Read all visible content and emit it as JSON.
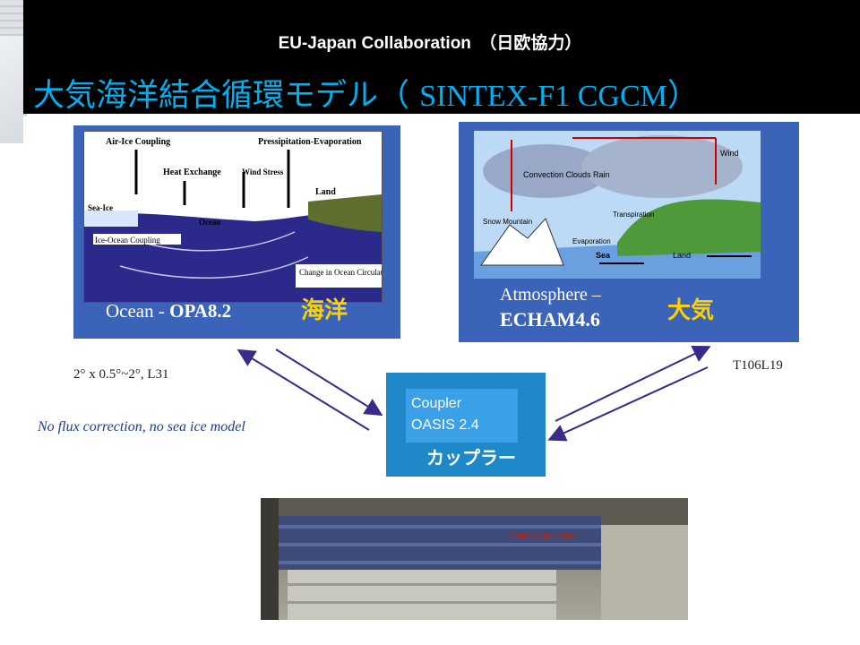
{
  "header": {
    "subtitle": "EU-Japan Collaboration　（日欧協力）",
    "title_jp": "大気海洋結合循環モデル（ ",
    "title_en": "SINTEX-F1 CGCM",
    "title_close": "）"
  },
  "ocean_panel": {
    "label_prefix": "Ocean - ",
    "label_model": "OPA8.2",
    "label_jp": "海洋",
    "diagram_labels": {
      "air_ice": "Air-Ice Coupling",
      "heat": "Heat Exchange",
      "precip": "Pressipitation-Evaporation",
      "wind": "Wind Stress",
      "land": "Land",
      "sea_ice": "Sea-Ice",
      "ocean": "Ocean",
      "ice_ocean": "Ice-Ocean Coupling",
      "circulation": "Change in Ocean Circulation"
    },
    "resolution": "2° x 0.5°~2°, L31"
  },
  "atmos_panel": {
    "label_line1": "Atmosphere –",
    "label_line2": "ECHAM4.6",
    "label_jp": "大気",
    "diagram_labels": {
      "convection": "Convection Clouds Rain",
      "wind": "Wind",
      "snow": "Snow Mountain",
      "transpiration": "Transpiration",
      "evaporation": "Evaporation",
      "sea": "Sea",
      "land": "Land"
    },
    "resolution": "T106L19"
  },
  "coupler": {
    "line1": "Coupler",
    "line2": "OASIS 2.4",
    "label_jp": "カップラー"
  },
  "note": "No flux correction, no sea ice model",
  "photo": {
    "label": "Earth Simulator"
  },
  "colors": {
    "title": "#00b0f0",
    "panel": "#3b63b8",
    "jp_label": "#ffd000",
    "coupler": "#1e88c8",
    "arrow": "#3a2a8a"
  }
}
